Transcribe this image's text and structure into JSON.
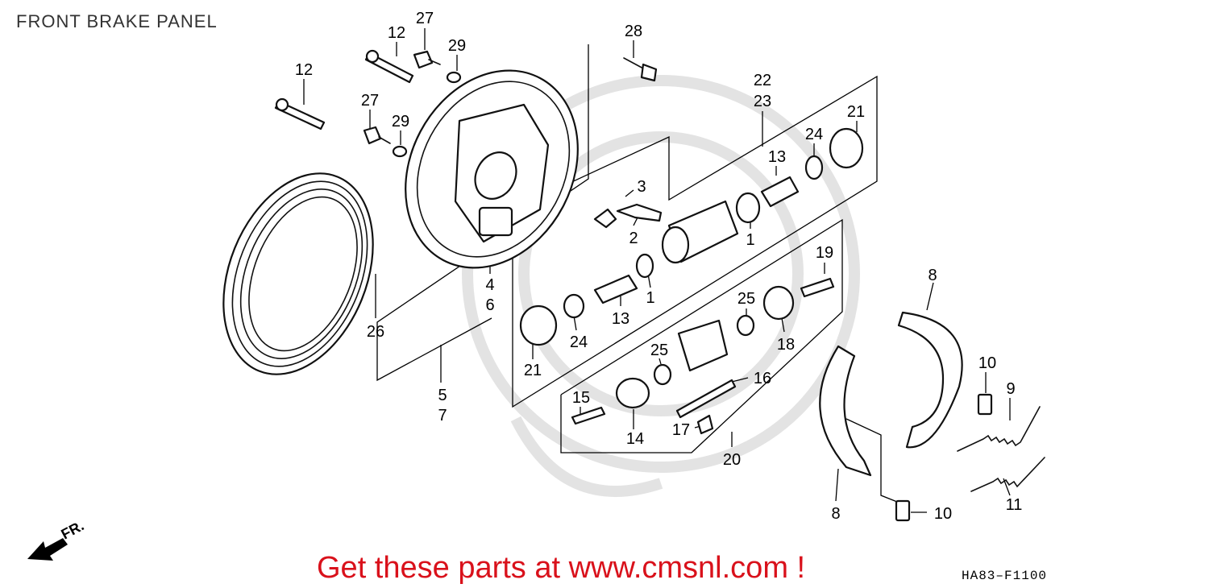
{
  "header": {
    "title": "FRONT BRAKE PANEL"
  },
  "diagram": {
    "callouts": [
      "1",
      "1",
      "2",
      "3",
      "4",
      "6",
      "5",
      "7",
      "8",
      "8",
      "9",
      "10",
      "10",
      "11",
      "12",
      "12",
      "13",
      "13",
      "14",
      "15",
      "16",
      "17",
      "18",
      "19",
      "20",
      "21",
      "21",
      "22",
      "23",
      "24",
      "24",
      "25",
      "25",
      "26",
      "27",
      "27",
      "28",
      "29",
      "29"
    ],
    "direction_marker": "FR."
  },
  "footer": {
    "link_text": "Get these parts at www.cmsnl.com !",
    "drawing_code": "HA83–F1100"
  },
  "colors": {
    "link": "#d9111b",
    "line": "#111111",
    "watermark": "#e3e3e3"
  },
  "icons": {
    "direction": "front-arrow-icon"
  }
}
